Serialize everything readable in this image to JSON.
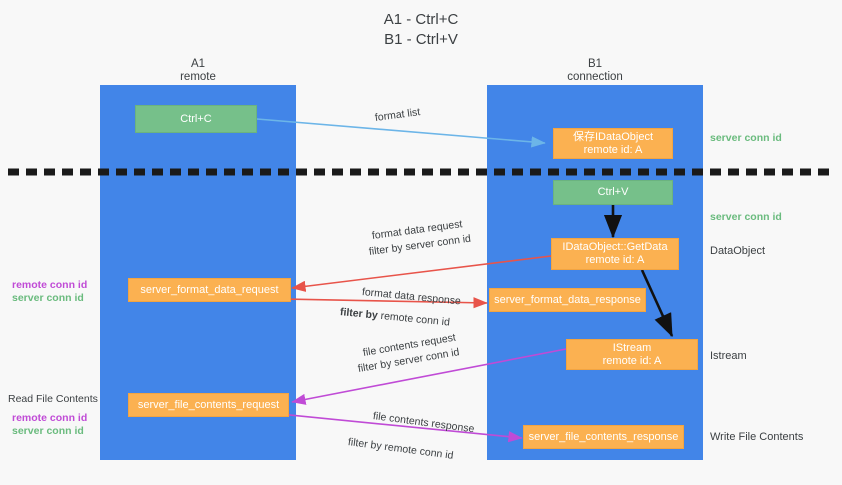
{
  "title": {
    "line1": "A1 - Ctrl+C",
    "line2": "B1 - Ctrl+V"
  },
  "lanes": [
    {
      "name": "A1",
      "sub": "remote"
    },
    {
      "name": "B1",
      "sub": "connection"
    }
  ],
  "colors": {
    "lane": "#4285e8",
    "green_box": "#76c08a",
    "orange_box": "#fbb151",
    "green_text": "#6abb7e",
    "purple_text": "#c04bd6",
    "red_arrow": "#e8544a",
    "magenta_arrow": "#c04bd6",
    "blue_arrow": "#6cb5e8",
    "black_arrow": "#111111",
    "background": "#f8f8f8"
  },
  "boxes": {
    "ctrl_c": {
      "line1": "Ctrl+C",
      "line2": ""
    },
    "save_idataobject": {
      "line1": "保存IDataObject",
      "line2": "remote id: A"
    },
    "ctrl_v": {
      "line1": "Ctrl+V",
      "line2": ""
    },
    "getdata": {
      "line1": "IDataObject::GetData",
      "line2": "remote id: A"
    },
    "server_format_data_request": {
      "line1": "server_format_data_request",
      "line2": ""
    },
    "server_format_data_response": {
      "line1": "server_format_data_response",
      "line2": ""
    },
    "istream": {
      "line1": "IStream",
      "line2": "remote id: A"
    },
    "server_file_contents_request": {
      "line1": "server_file_contents_request",
      "line2": ""
    },
    "server_file_contents_response": {
      "line1": "server_file_contents_response",
      "line2": ""
    }
  },
  "edge_labels": {
    "format_list": "format list",
    "format_data_request": "format data request",
    "filter_by": "filter by ",
    "server_conn_id": "server conn id",
    "remote_conn_id": "remote conn id",
    "format_data_response": "format data response",
    "file_contents_request": "file contents request",
    "file_contents_response": "file contents response"
  },
  "right_labels": {
    "server_conn_id_top": "server conn id",
    "server_conn_id_mid": "server conn id",
    "dataobject": "DataObject",
    "istream": "Istream",
    "write_file_contents": "Write File Contents"
  },
  "left_labels": {
    "remote_conn_id_1": "remote conn id",
    "server_conn_id_1": "server conn id",
    "read_file_contents": "Read File Contents",
    "remote_conn_id_2": "remote conn id",
    "server_conn_id_2": "server conn id"
  }
}
